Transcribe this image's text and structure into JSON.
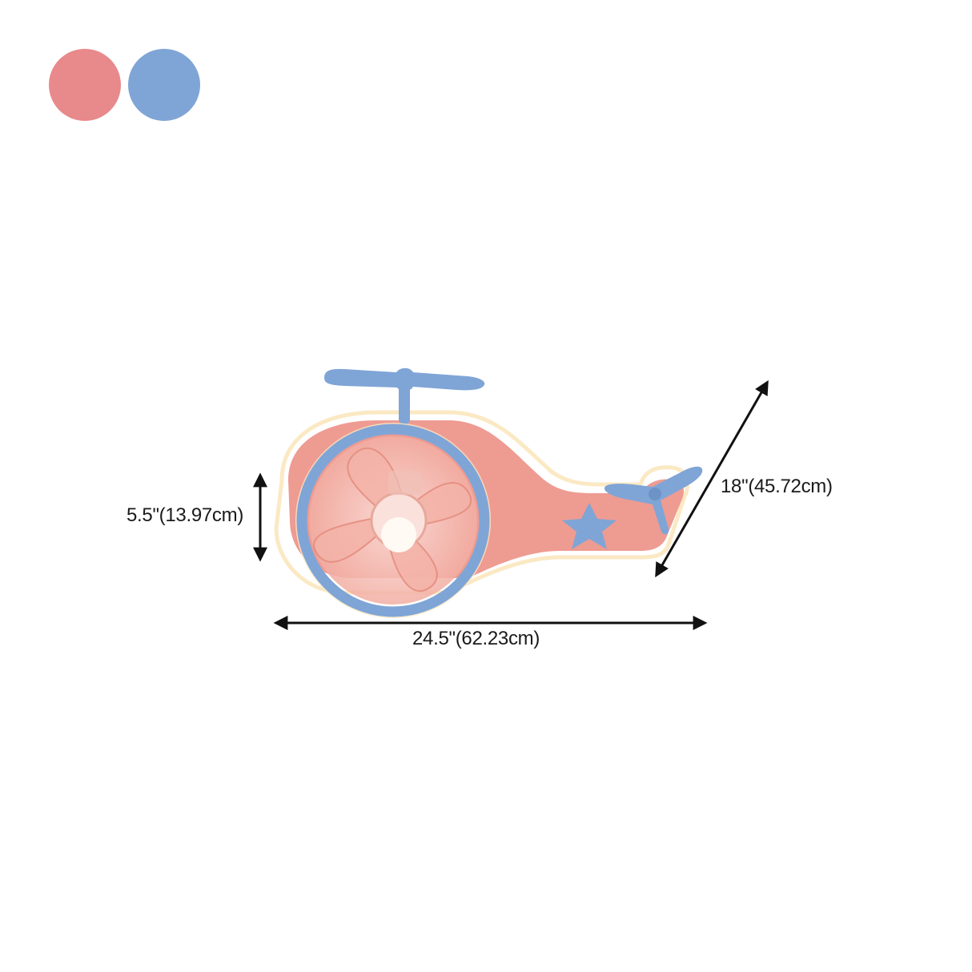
{
  "colors": {
    "pink": "#E8898B",
    "blue": "#7FA5D6",
    "body_pink": "#EE9B92",
    "glow": "#FBE9C4"
  },
  "swatches": [
    {
      "name": "pink",
      "color": "#E8898B"
    },
    {
      "name": "blue",
      "color": "#7FA5D6"
    }
  ],
  "dimensions": {
    "height": "5.5\"(13.97cm)",
    "depth": "18\"(45.72cm)",
    "width": "24.5\"(62.23cm)"
  },
  "icons": [
    "helicopter-fan-illustration",
    "star-icon",
    "arrow-icon"
  ]
}
